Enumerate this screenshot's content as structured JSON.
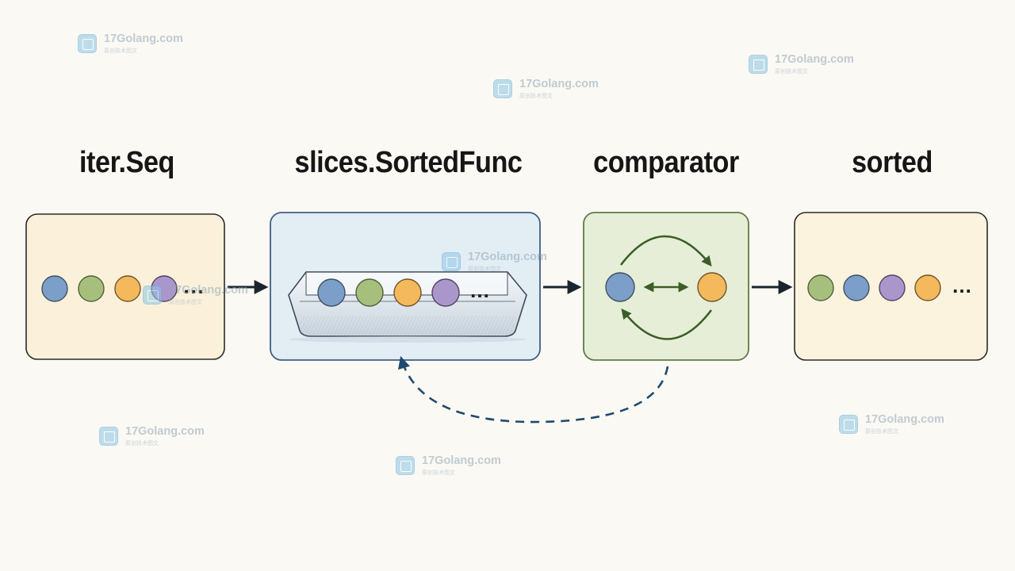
{
  "stages": [
    {
      "label": "iter.Seq"
    },
    {
      "label": "slices.SortedFunc"
    },
    {
      "label": "comparator"
    },
    {
      "label": "sorted"
    }
  ],
  "ellipsis": "…",
  "watermark": {
    "title": "17Golang.com",
    "subtitle": "原创技术图文"
  },
  "colors": {
    "blue_ball": "#7c9fc9",
    "green_ball": "#a7bf7d",
    "orange_ball": "#f3b95c",
    "purple_ball": "#ab96cc",
    "box1_fill": "#fbf1da",
    "box2_fill": "#e3edf4",
    "box2_stroke": "#3f5f84",
    "box3_fill": "#e7eed8",
    "box3_stroke": "#5f7a45",
    "box4_fill": "#fcf3df",
    "arrow": "#1b2530",
    "feedback_arrow": "#1f4a70",
    "cycle_arrow": "#3b5e26"
  }
}
